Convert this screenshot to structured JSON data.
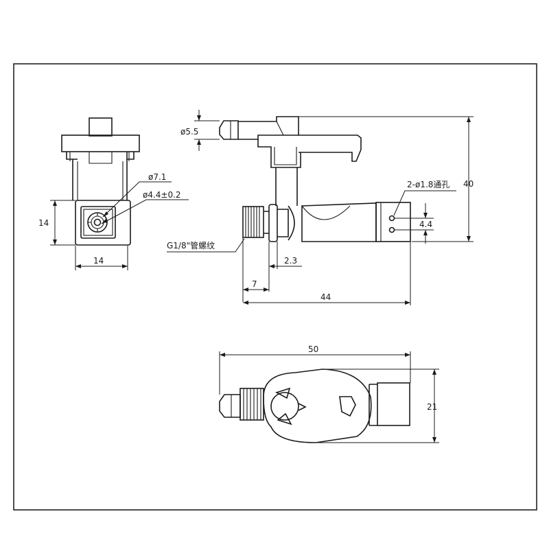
{
  "front_view": {
    "dim_width": "14",
    "dim_height": "14",
    "label_outer_hole": "ø7.1",
    "label_inner_hole": "ø4.4±0.2"
  },
  "side_view": {
    "dim_nozzle": "ø5.5",
    "dim_height": "40",
    "label_holes": "2-ø1.8通孔",
    "dim_hole_spacing": "4.4",
    "label_thread": "G1/8\"管螺纹",
    "dim_flange": "2.3",
    "dim_thread_len": "7",
    "dim_length": "44"
  },
  "top_view": {
    "dim_length": "50",
    "dim_width": "21"
  }
}
